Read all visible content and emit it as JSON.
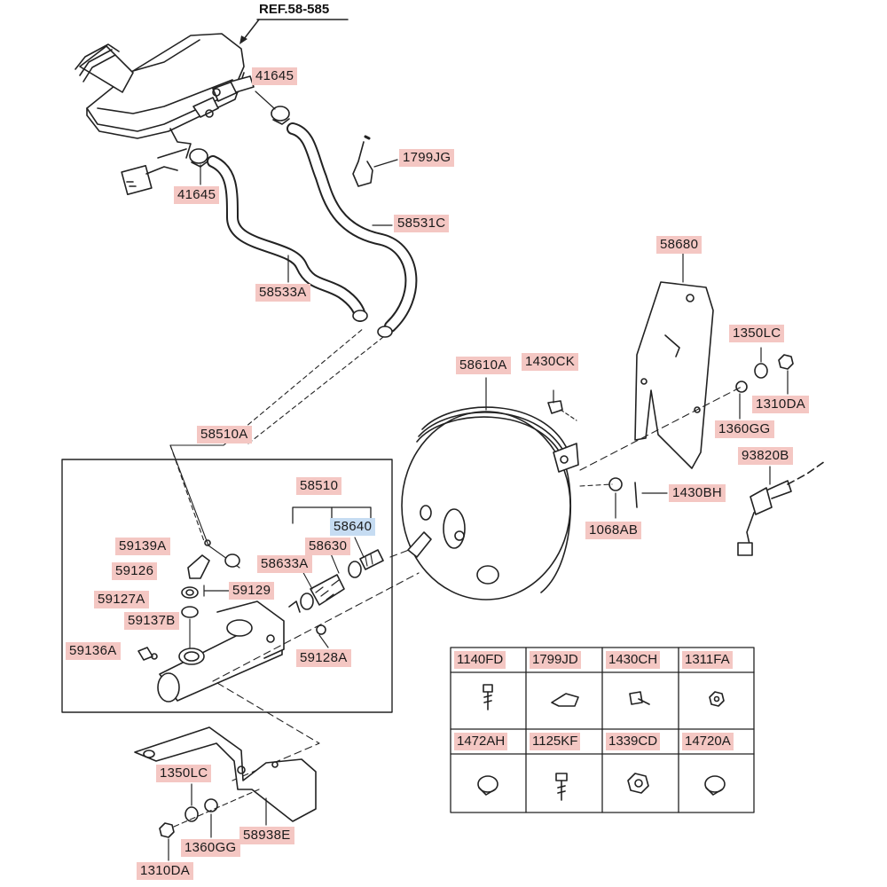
{
  "reference": "REF.58-585",
  "callouts": {
    "c41645a": "41645",
    "c41645b": "41645",
    "c1799JG": "1799JG",
    "c58531C": "58531C",
    "c58533A": "58533A",
    "c58680": "58680",
    "c1350LC_r": "1350LC",
    "c1310DA_r": "1310DA",
    "c1360GG_r": "1360GG",
    "c58610A": "58610A",
    "c1430CK": "1430CK",
    "c93820B": "93820B",
    "c1430BH": "1430BH",
    "c1068AB": "1068AB",
    "c58510A": "58510A",
    "c58510": "58510",
    "c58640": "58640",
    "c58630": "58630",
    "c58633A": "58633A",
    "c59139A": "59139A",
    "c59126": "59126",
    "c59129": "59129",
    "c59127A": "59127A",
    "c59137B": "59137B",
    "c59136A": "59136A",
    "c59128A": "59128A",
    "c1350LC_b": "1350LC",
    "c1360GG_b": "1360GG",
    "c1310DA_b": "1310DA",
    "c58938E": "58938E"
  },
  "parts_table": {
    "row1": [
      "1140FD",
      "1799JD",
      "1430CH",
      "1311FA"
    ],
    "row2": [
      "1472AH",
      "1125KF",
      "1339CD",
      "14720A"
    ]
  },
  "highlight_colors": {
    "part_label": "#f4c7c3",
    "selected_label": "#c6dcf2"
  }
}
